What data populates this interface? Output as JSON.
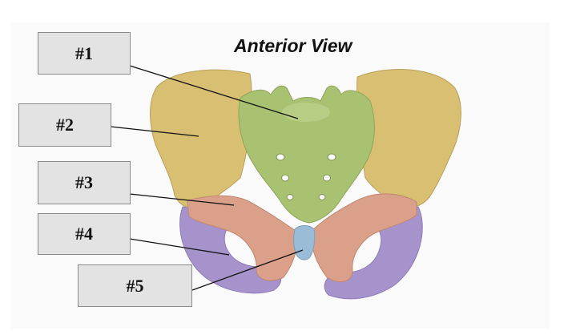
{
  "diagram": {
    "title": "Anterior View",
    "labels": [
      {
        "text": "#1",
        "points_to": "sacrum"
      },
      {
        "text": "#2",
        "points_to": "ilium"
      },
      {
        "text": "#3",
        "points_to": "pubis"
      },
      {
        "text": "#4",
        "points_to": "ischium"
      },
      {
        "text": "#5",
        "points_to": "pubic symphysis"
      }
    ],
    "colors": {
      "ilium": "#d8bf72",
      "sacrum": "#a9c271",
      "pubis": "#dba08a",
      "ischium": "#a793cc",
      "symphysis": "#9bbcd8",
      "label_fill": "#e3e3e3",
      "label_border": "#8a8a8a"
    }
  }
}
